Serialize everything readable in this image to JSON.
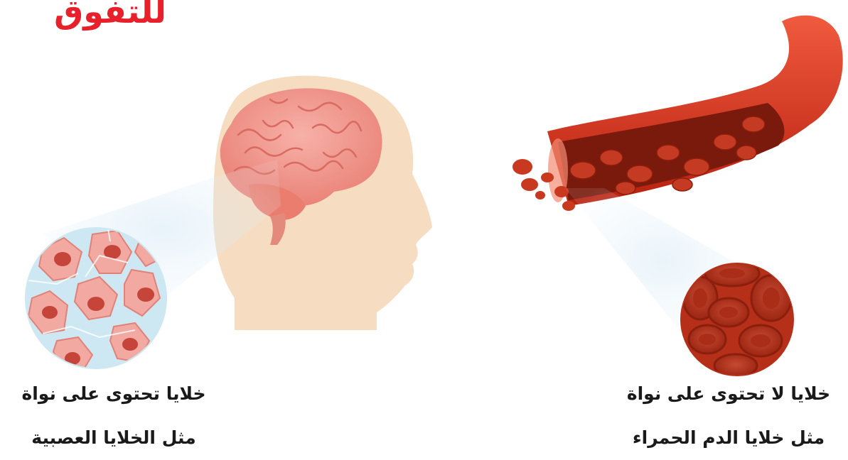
{
  "header": {
    "title": "للتفوق"
  },
  "left_panel": {
    "caption_line1": "خلايا تحتوى على نواة",
    "caption_line2": "مثل الخلايا العصبية",
    "icon": "brain-head-icon"
  },
  "right_panel": {
    "caption_line1": "خلايا لا تحتوى على نواة",
    "caption_line2": "مثل خلايا الدم الحمراء",
    "icon": "blood-vessel-icon"
  },
  "colors": {
    "title_red": "#e8202b",
    "skin": "#f6dcc0",
    "brain": "#f08f86",
    "vessel": "#d9331c",
    "blood_cell": "#b8321a"
  }
}
